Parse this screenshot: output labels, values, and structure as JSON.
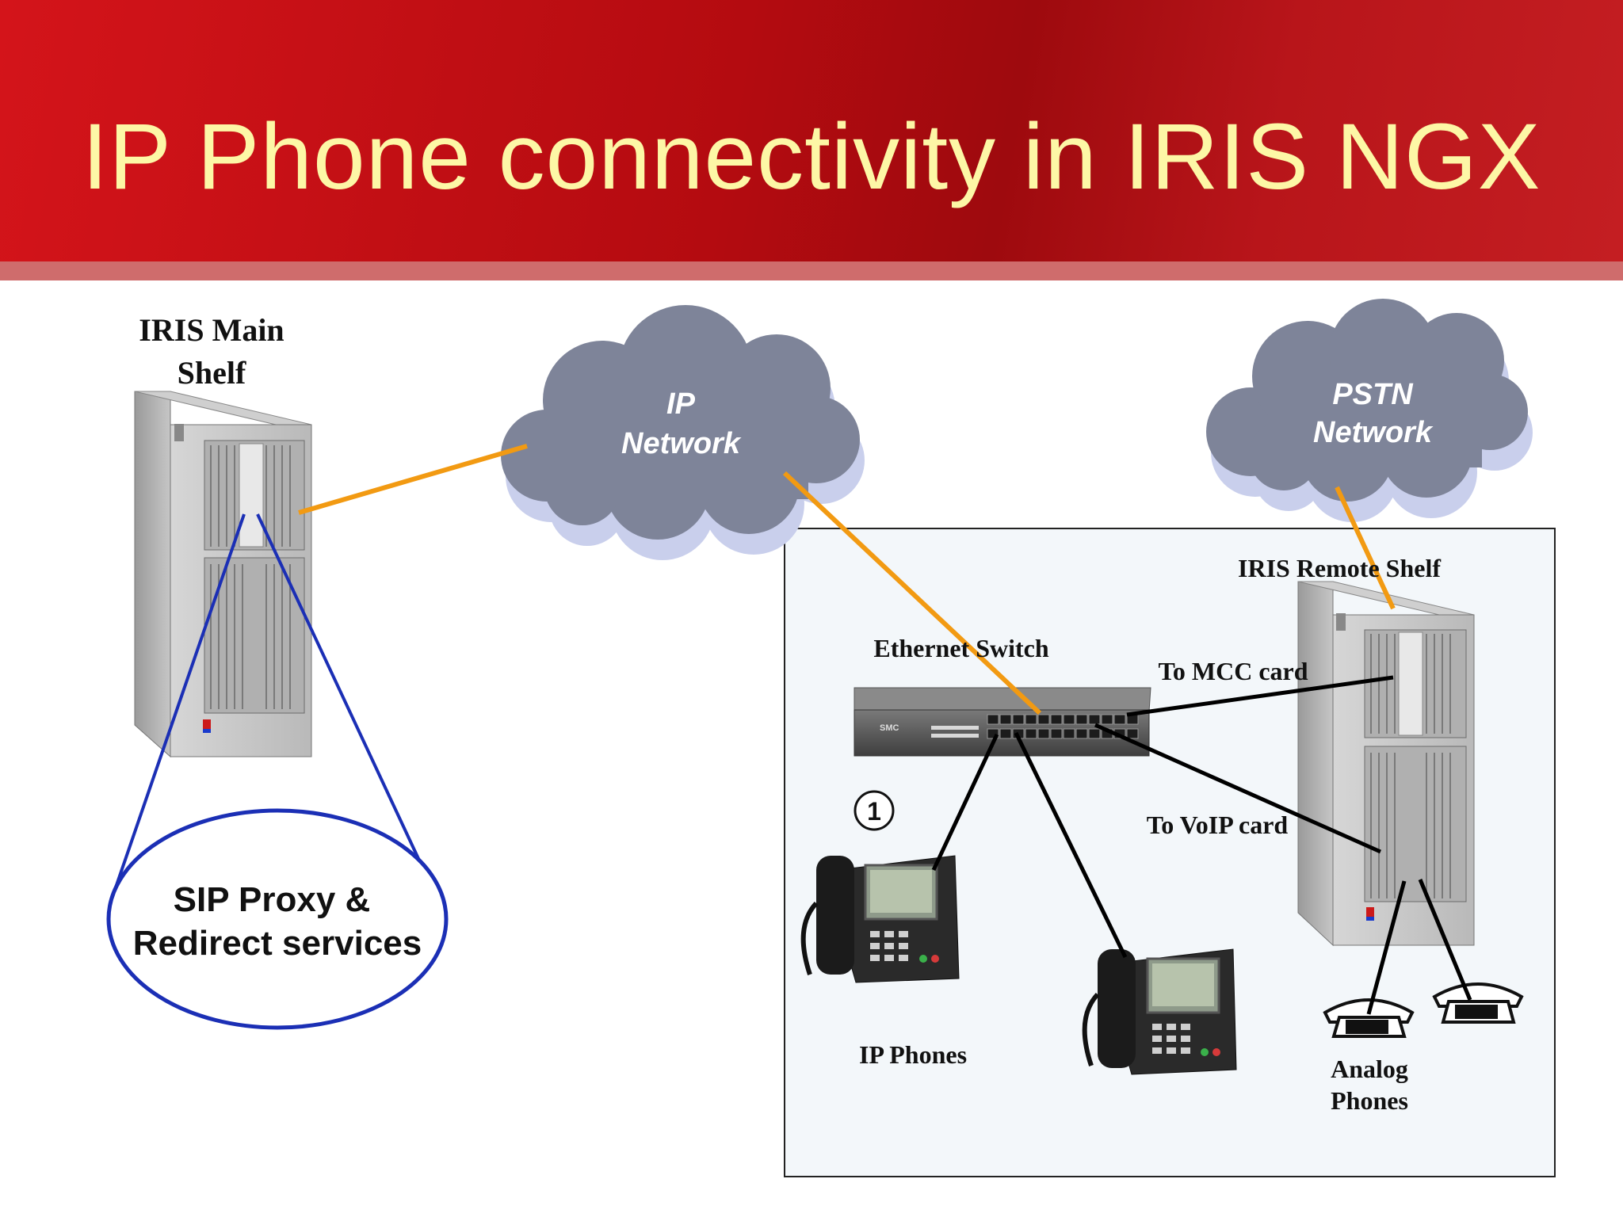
{
  "slide": {
    "title": "IP Phone connectivity in IRIS NGX"
  },
  "labels": {
    "main_shelf_line1": "IRIS Main",
    "main_shelf_line2": "Shelf",
    "ip_network_line1": "IP",
    "ip_network_line2": "Network",
    "pstn_network_line1": "PSTN",
    "pstn_network_line2": "Network",
    "remote_shelf": "IRIS Remote Shelf",
    "ethernet_switch": "Ethernet Switch",
    "to_mcc_card": "To MCC card",
    "to_voip_card": "To VoIP card",
    "ip_phones": "IP Phones",
    "analog_phones_line1": "Analog",
    "analog_phones_line2": "Phones",
    "sip_line1": "SIP Proxy &",
    "sip_line2": "Redirect services",
    "marker_number": "1",
    "switch_brand": "SMC"
  },
  "colors": {
    "header_red": "#c0121a",
    "title_yellow": "#fdf7a6",
    "cloud_fill": "#7e8499",
    "cloud_shadow": "#c9cfec",
    "ip_link_orange": "#f29a12",
    "sip_outline_blue": "#1b2fb5",
    "cable_black": "#000000",
    "remote_box_bg": "#f3f7fa"
  }
}
